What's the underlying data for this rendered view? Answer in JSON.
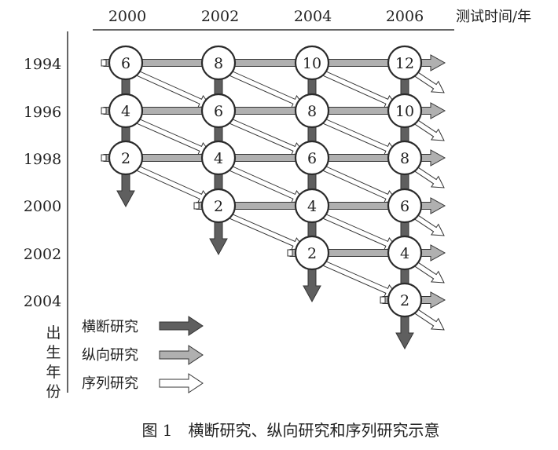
{
  "header": {
    "years": [
      "2000",
      "2002",
      "2004",
      "2006"
    ],
    "axis_label": "测试时间/年"
  },
  "rows": {
    "years": [
      "1994",
      "1996",
      "1998",
      "2000",
      "2002",
      "2004"
    ],
    "axis_label_chars": [
      "出",
      "生",
      "年",
      "份"
    ]
  },
  "grid_values": [
    [
      "6",
      "8",
      "10",
      "12"
    ],
    [
      "4",
      "6",
      "8",
      "10"
    ],
    [
      "2",
      "4",
      "6",
      "8"
    ],
    [
      "",
      "2",
      "4",
      "6"
    ],
    [
      "",
      "",
      "2",
      "4"
    ],
    [
      "",
      "",
      "",
      "2"
    ]
  ],
  "legend": {
    "cross_sectional": "横断研究",
    "longitudinal": "纵向研究",
    "sequential": "序列研究"
  },
  "caption": "图 1　横断研究、纵向研究和序列研究示意",
  "colors": {
    "cross_sectional": "#5f5f5f",
    "longitudinal": "#b0b0b0",
    "sequential": "#ffffff",
    "ink": "#2a2a2a"
  }
}
